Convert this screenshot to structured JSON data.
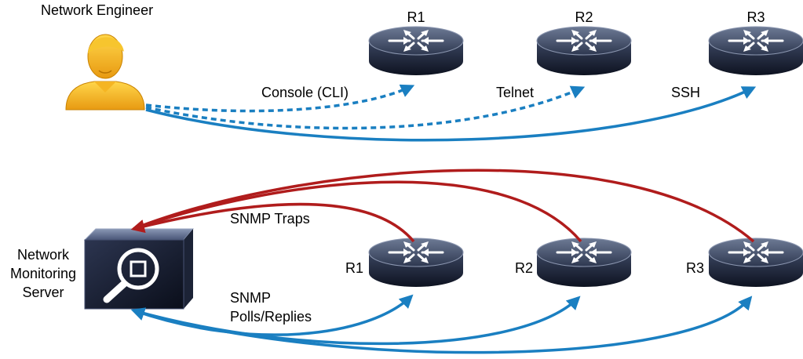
{
  "top_section": {
    "engineer_label": "Network Engineer",
    "routers": [
      {
        "name": "R1"
      },
      {
        "name": "R2"
      },
      {
        "name": "R3"
      }
    ],
    "connections": [
      {
        "label": "Console (CLI)",
        "style": "dashed"
      },
      {
        "label": "Telnet",
        "style": "dashed"
      },
      {
        "label": "SSH",
        "style": "solid"
      }
    ]
  },
  "bottom_section": {
    "server_label_lines": [
      "Network",
      "Monitoring",
      "Server"
    ],
    "routers": [
      {
        "name": "R1"
      },
      {
        "name": "R2"
      },
      {
        "name": "R3"
      }
    ],
    "traps_label": "SNMP Traps",
    "polls_label_lines": [
      "SNMP",
      "Polls/Replies"
    ]
  },
  "colors": {
    "blue_link": "#1a7fc1",
    "red_trap": "#b01c1c"
  }
}
